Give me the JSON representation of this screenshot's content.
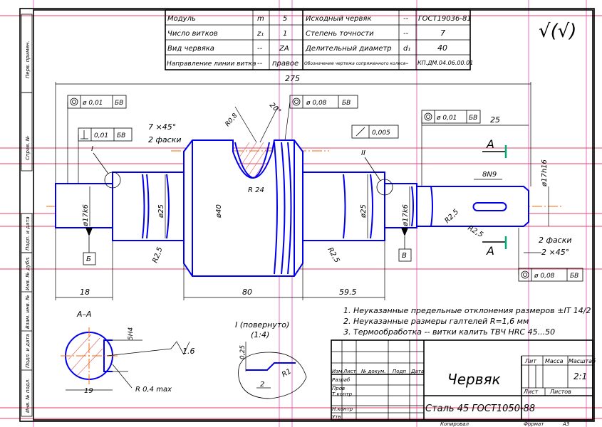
{
  "params_table": {
    "rows": [
      {
        "name": "Модуль",
        "sym": "m",
        "val": "5",
        "name2": "Исходный червяк",
        "sym2": "--",
        "val2": "ГОСТ19036-81"
      },
      {
        "name": "Число витков",
        "sym": "z₁",
        "val": "1",
        "name2": "Степень точности",
        "sym2": "--",
        "val2": "7"
      },
      {
        "name": "Вид червяка",
        "sym": "--",
        "val": "ZA",
        "name2": "Делительный диаметр",
        "sym2": "d₁",
        "val2": "40"
      },
      {
        "name": "Направление линии витка",
        "sym": "--",
        "val": "правое",
        "name2": "Обозначение чертежа сопряженного колеса",
        "sym2": "--",
        "val2": "КП.ДМ.04.06.00.01"
      }
    ]
  },
  "roughness": "√(√)",
  "dims": {
    "total_length": "275",
    "left_len": "18",
    "mid_len": "80",
    "right_len": "59.5",
    "key_len": "25",
    "key_width": "8N9",
    "d_left": "ø17k6",
    "d_shaft_left": "ø25",
    "d_main": "ø40",
    "d_shaft_right": "ø25",
    "d_right": "ø17k6",
    "d_end": "ø17h16",
    "r_left": "R2,5",
    "r_right": "R2,5",
    "r_tooth": "R 24",
    "r_top": "R0,8",
    "angle": "20°",
    "chamfer1": "7 ×45°",
    "chamfer1b": "2 фаски",
    "chamfer2": "2 фаски",
    "chamfer2b": "2 ×45°",
    "r_key1": "R2,5",
    "r_key2": "R2,5"
  },
  "tolerances": {
    "t1": "ø 0,01",
    "t1b": "БВ",
    "t2": "0,01",
    "t2b": "БВ",
    "t3": "ø 0,08",
    "t3b": "БВ",
    "t4": "0,005",
    "t5": "ø 0,01",
    "t5b": "БВ",
    "t6": "ø 0,08",
    "t6b": "БВ"
  },
  "labels": {
    "I": "I",
    "II": "II",
    "A1": "А",
    "A2": "А",
    "B": "Б",
    "V": "В",
    "section": "А–А",
    "view_I": "I (повернуто)",
    "view_scale": "(1:4)"
  },
  "section_dims": {
    "depth": "5Н4",
    "width": "19",
    "rough": "1.6",
    "radius": "R 0,4 max"
  },
  "detail_dims": {
    "h": "0,25",
    "w": "2",
    "r": "R1"
  },
  "notes": [
    "1. Неуказанные предельные отклонения размеров ±IT 14/2",
    "2. Неуказанные размеры галтелей R=1,6 мм",
    "3. Термообработка -- витки калить ТВЧ HRC 45...50"
  ],
  "title_block": {
    "name": "Червяк",
    "material": "Сталь 45 ГОСТ1050-88",
    "lit": "Лит",
    "mass": "Масса",
    "scale": "Масштаб",
    "scale_val": "2:1",
    "sheet": "Лист",
    "sheets": "Листов",
    "col_izm": "Изм",
    "col_list": "Лист",
    "col_doc": "№ докум.",
    "col_sign": "Подп",
    "col_date": "Дата",
    "razrab": "Разраб",
    "prov": "Пров",
    "tkontr": "Т.контр",
    "nkontr": "Н.контр",
    "utv": "Утв",
    "kopiroval": "Копировал",
    "format": "Формат",
    "format_val": "А3"
  },
  "side_strip": [
    "Перв. примен.",
    "Справ. №",
    "Подп. и дата",
    "Инв. № дубл.",
    "Взам. инв. №",
    "Подп. и дата",
    "Инв. № подл."
  ]
}
